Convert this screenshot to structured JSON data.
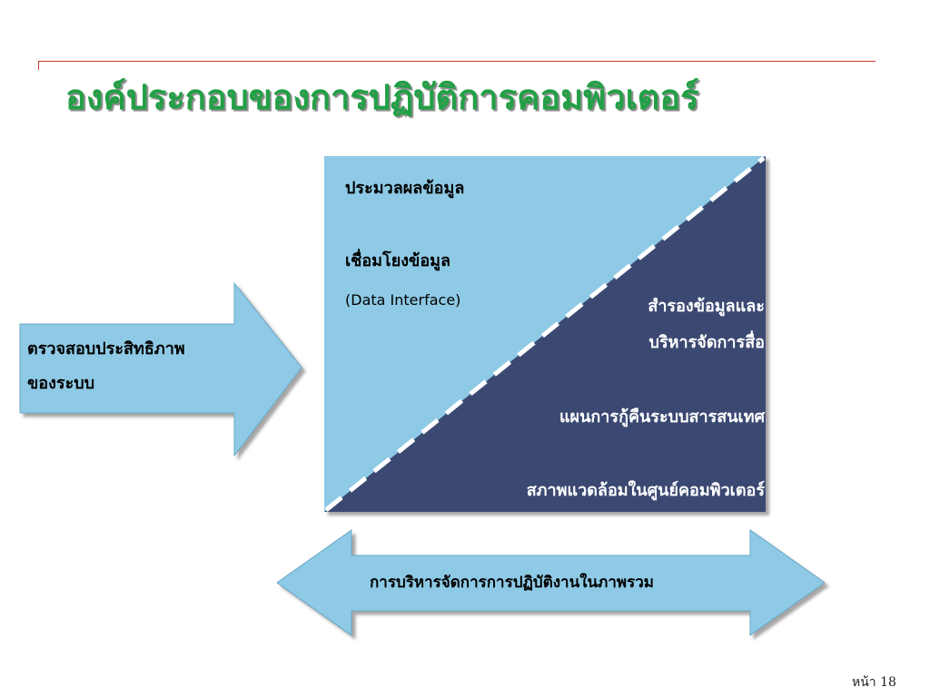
{
  "slide": {
    "title": "องค์ประกอบของการปฏิบัติการคอมพิวเตอร์",
    "page_label": "หน้า 18"
  },
  "left_arrow": {
    "line1": "ตรวจสอบประสิทธิภาพ",
    "line2": "ของระบบ"
  },
  "square": {
    "upper": {
      "item1": "ประมวลผลข้อมูล",
      "item2": "เชื่อมโยงข้อมูล",
      "item2_sub": "(Data Interface)"
    },
    "lower": {
      "item1_line1": "สำรองข้อมูลและ",
      "item1_line2": "บริหารจัดการสื่อ",
      "item2": "แผนการกู้คืนระบบสารสนเทศ",
      "item3": "สภาพแวดล้อมในศูนย์คอมพิวเตอร์"
    }
  },
  "bottom_arrow": {
    "label": "การบริหารจัดการการปฏิบัติงานในภาพรวม"
  },
  "colors": {
    "title_green": "#22a046",
    "light_blue": "#8ecae6",
    "navy": "#3b4a72",
    "rule_red": "#c0392b"
  }
}
